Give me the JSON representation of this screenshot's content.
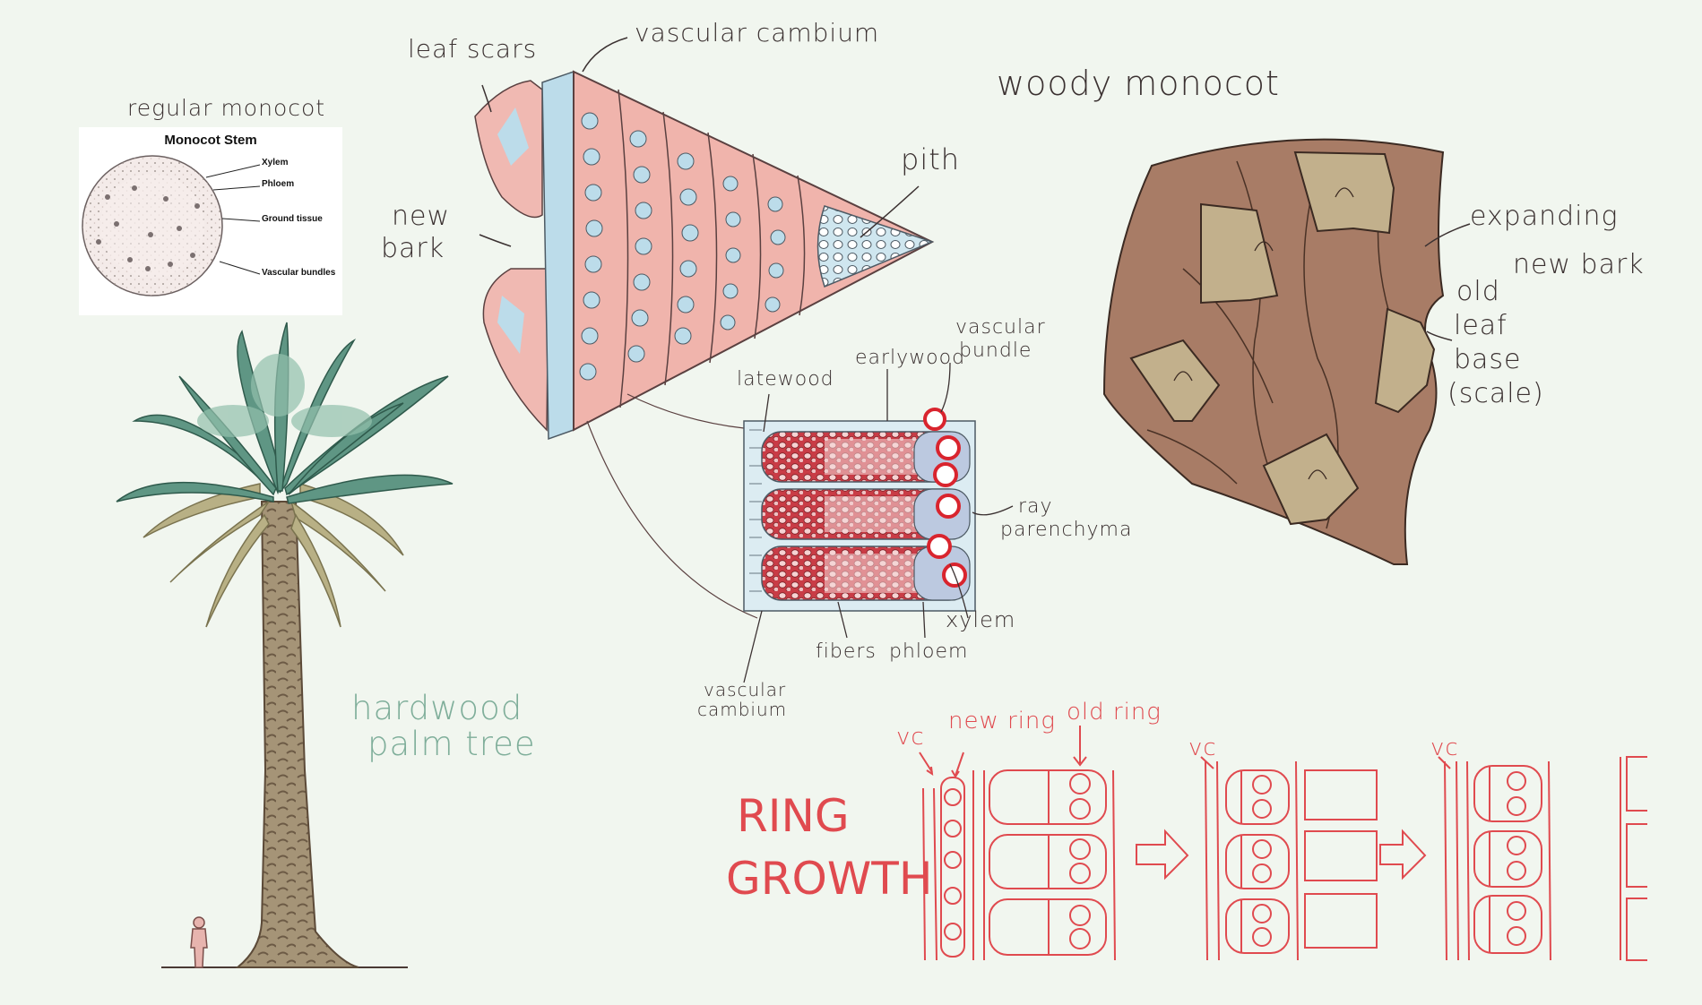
{
  "colors": {
    "background": "#f1f6ef",
    "ink": "#3b3131",
    "palm_label": "#7fae9a",
    "ring_red": "#e04a4f",
    "bark_brown": "#a87c66",
    "wood_pink": "#f0b4ac",
    "cell_blue": "#bcdcea",
    "xylem_red": "#d9242e"
  },
  "inset": {
    "caption": "regular monocot",
    "title": "Monocot Stem",
    "labels": [
      "Xylem",
      "Phloem",
      "Ground tissue",
      "Vascular bundles"
    ]
  },
  "palm": {
    "label_line1": "hardwood",
    "label_line2": "palm tree",
    "scale_figure": "human-figure-icon"
  },
  "wedge": {
    "labels": {
      "leaf_scars": "leaf scars",
      "vascular_cambium": "vascular cambium",
      "pith": "pith",
      "new": "new",
      "bark": "bark"
    }
  },
  "detail": {
    "labels": {
      "latewood": "latewood",
      "earlywood": "earlywood",
      "vascular": "vascular",
      "bundle": "bundle",
      "ray": "ray",
      "parenchyma": "parenchyma",
      "xylem": "xylem",
      "fibers": "fibers",
      "phloem": "phloem",
      "vascular2": "vascular",
      "cambium": "cambium"
    }
  },
  "bark_section": {
    "title": "woody monocot",
    "labels": {
      "expanding": "expanding",
      "new_bark": "new bark",
      "old": "old",
      "leaf": "leaf",
      "base": "base",
      "scale": "(scale)"
    }
  },
  "ring_growth": {
    "title_line1": "RING",
    "title_line2": "GROWTH",
    "labels": {
      "vc1": "vc",
      "new_ring": "new ring",
      "old_ring": "old ring",
      "vc2": "vc",
      "vc3": "vc"
    }
  }
}
